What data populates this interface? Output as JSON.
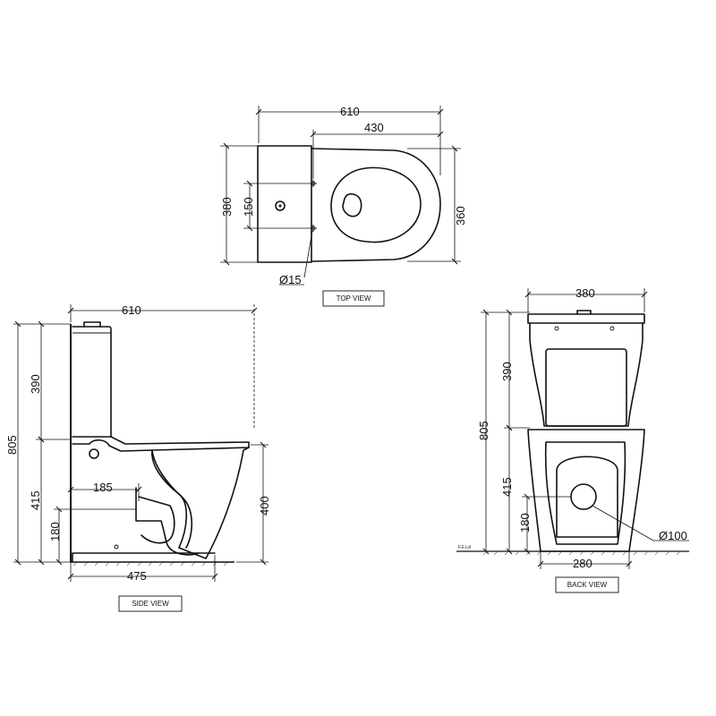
{
  "views": {
    "top": {
      "label": "TOP VIEW",
      "dims": {
        "overall_length": "610",
        "pan_length": "430",
        "overall_width": "380",
        "pan_width": "360",
        "hole_spacing": "150",
        "hole_diameter": "Ø15"
      }
    },
    "side": {
      "label": "SIDE VIEW",
      "dims": {
        "overall_length": "610",
        "overall_height": "805",
        "cistern_height": "390",
        "pan_height_to_cistern": "415",
        "outlet_distance": "185",
        "outlet_height": "180",
        "base_length": "475",
        "seat_height": "400"
      }
    },
    "back": {
      "label": "BACK VIEW",
      "floor_label": "F.F.Lvl",
      "dims": {
        "width": "380",
        "overall_height": "805",
        "cistern_height": "390",
        "pan_height": "415",
        "outlet_height": "180",
        "base_width": "280",
        "outlet_diameter": "Ø100"
      }
    }
  }
}
